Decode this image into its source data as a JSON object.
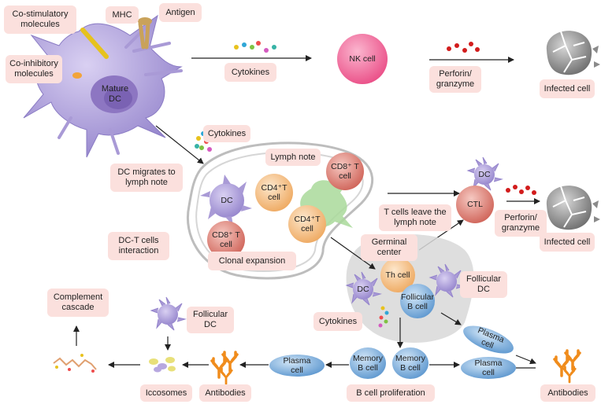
{
  "labels": {
    "co_stimulatory": "Co-stimulatory molecules",
    "mhc": "MHC",
    "antigen": "Antigen",
    "co_inhibitory": "Co-inhibitory molecules",
    "mature_dc": "Mature DC",
    "cytokines_top": "Cytokines",
    "nk_cell": "NK cell",
    "perforin_top": "Perforin/ granzyme",
    "infected_top": "Infected cell",
    "cytokines_mid": "Cytokines",
    "dc_migrates": "DC migrates to lymph note",
    "lymph_note": "Lymph note",
    "dc_lymph": "DC",
    "cd4_a": "CD4⁺T cell",
    "cd8_a": "CD8⁺ T cell",
    "cd4_b": "CD4⁺T cell",
    "cd8_b": "CD8⁺ T cell",
    "clonal": "Clonal expansion",
    "dct_interaction": "DC-T cells interaction",
    "t_leave": "T cells leave the lymph note",
    "dc_ctl": "DC",
    "ctl": "CTL",
    "perforin_mid": "Perforin/ granzyme",
    "infected_mid": "Infected cell",
    "germinal": "Germinal center",
    "th_cell": "Th cell",
    "dc_germinal": "DC",
    "follicular_b": "Follicular B cell",
    "follicular_dc_right": "Follicular DC",
    "cytokines_low": "Cytokines",
    "complement": "Complement cascade",
    "follicular_dc_left": "Follicular DC",
    "plasma_left": "Plasma cell",
    "memory_b1": "Memory B cell",
    "memory_b2": "Memory B cell",
    "plasma_right_top": "Plasma cell",
    "plasma_right": "Plasma cell",
    "iccosomes": "Iccosomes",
    "antibodies_left": "Antibodies",
    "b_prolif": "B cell proliferation",
    "antibodies_right": "Antibodies"
  },
  "colors": {
    "label_bg": "#fbe0dd",
    "dc_purple": "#a99ad6",
    "nk_pink": "#f06a9a",
    "cd4_orange": "#f6c48e",
    "cd8_red": "#dc7d74",
    "plasma_blue": "#7fb1dd",
    "antibody_orange": "#f08c1c",
    "infected_gray": "#8a8a8a",
    "germinal_gray": "#d8d8d8",
    "green_cell": "#a9d99a"
  },
  "icons": [
    "dendritic-cell-icon",
    "nk-cell-icon",
    "infected-cell-icon",
    "antibody-icon",
    "plasma-cell-icon",
    "memory-b-cell-icon",
    "complement-chain-icon",
    "iccosome-icon"
  ]
}
